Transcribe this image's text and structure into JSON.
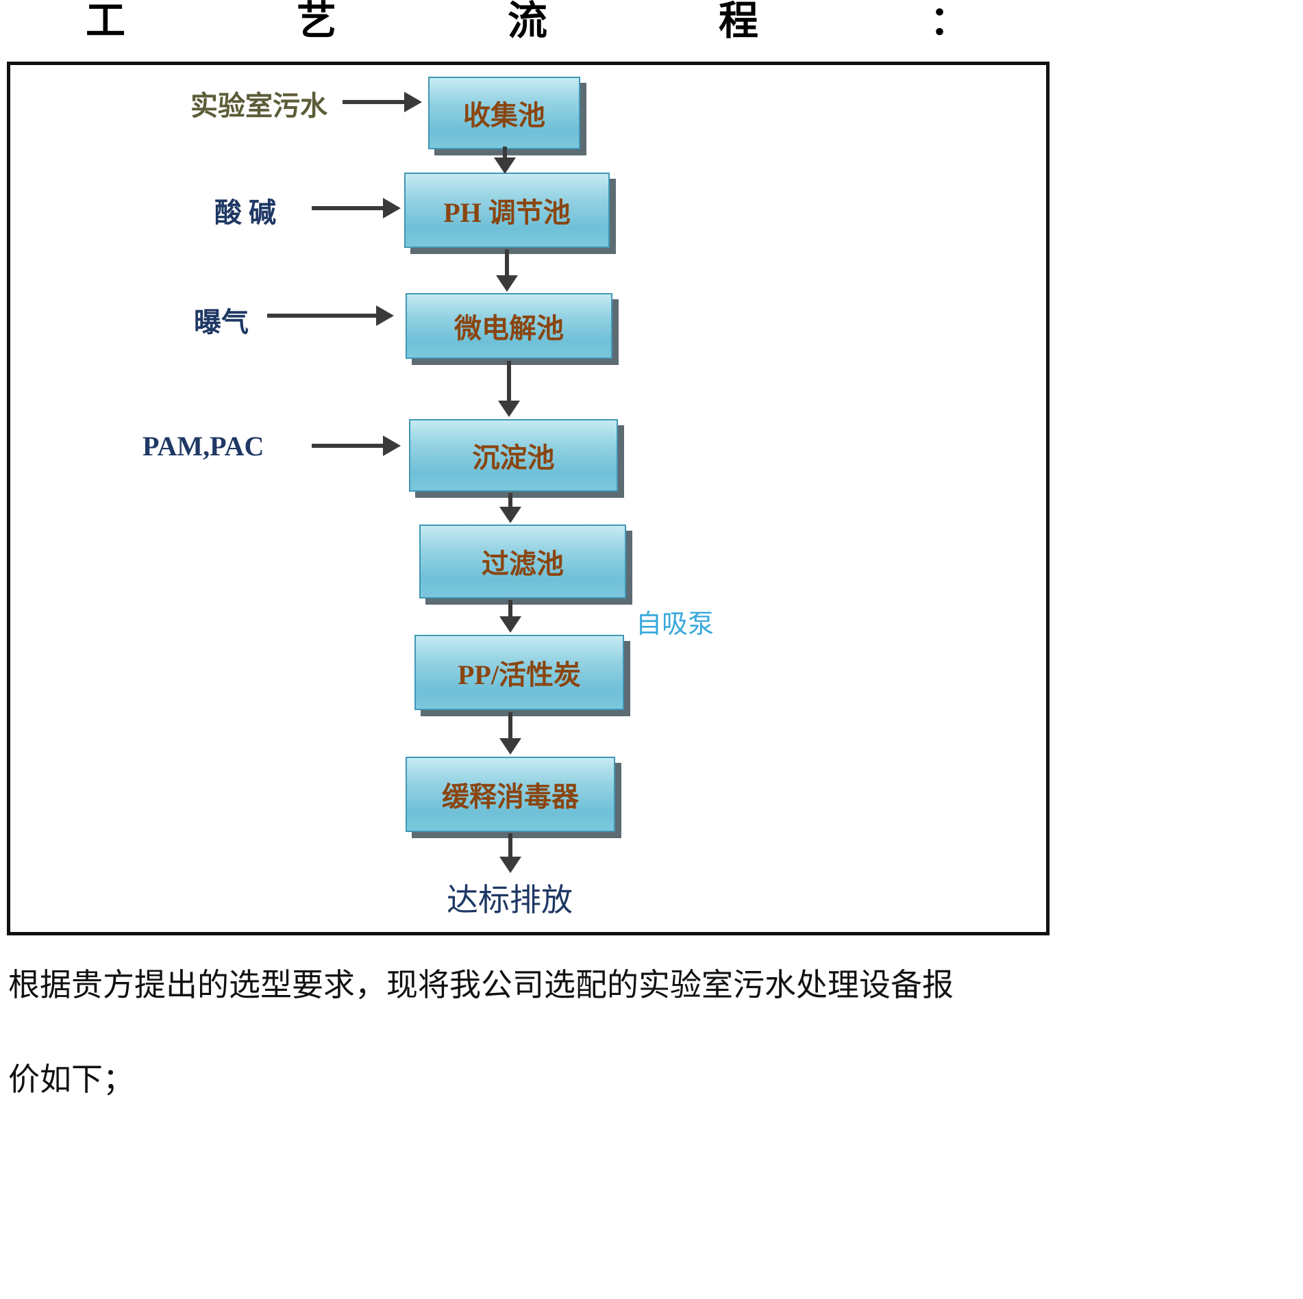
{
  "title": {
    "parts": [
      "工",
      "艺",
      "流",
      "程",
      "："
    ]
  },
  "flow": {
    "nodes": [
      {
        "label": "收集池"
      },
      {
        "label": "PH 调节池"
      },
      {
        "label": "微电解池"
      },
      {
        "label": "沉淀池"
      },
      {
        "label": "过滤池"
      },
      {
        "label": "PP/活性炭"
      },
      {
        "label": "缓释消毒器"
      }
    ],
    "inputs": [
      {
        "label": "实验室污水"
      },
      {
        "label": "酸 碱"
      },
      {
        "label": "曝气"
      },
      {
        "label": "PAM,PAC"
      }
    ],
    "pump_label": "自吸泵",
    "output_label": "达标排放"
  },
  "footer": {
    "line1": "根据贵方提出的选型要求，现将我公司选配的实验室污水处理设备报",
    "line2": "价如下；"
  },
  "colors": {
    "node_fill_top": "#c6ebf3",
    "node_fill_bottom": "#6fc0d8",
    "node_border": "#3f97b5",
    "node_shadow": "#5d6b73",
    "node_text": "#8a4510",
    "input_navy": "#1f3864",
    "lab_wastewater_olive": "#5c5c38",
    "pump_blue": "#38a8dc",
    "output_navy": "#1f3864",
    "arrow": "#3a3a3a"
  }
}
